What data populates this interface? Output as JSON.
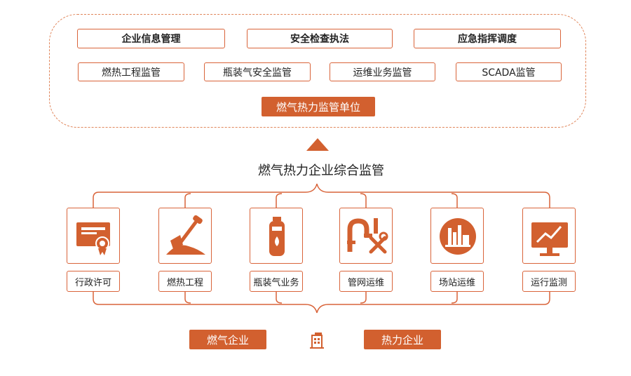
{
  "top_section": {
    "row1": [
      "企业信息管理",
      "安全检查执法",
      "应急指挥调度"
    ],
    "row2": [
      "燃热工程监管",
      "瓶装气安全监管",
      "运维业务监管",
      "SCADA监管"
    ],
    "unit_label": "燃气热力监管单位"
  },
  "center_title": "燃气热力企业综合监管",
  "business_items": [
    {
      "label": "行政许可",
      "icon": "certificate-icon"
    },
    {
      "label": "燃热工程",
      "icon": "shovel-icon"
    },
    {
      "label": "瓶装气业务",
      "icon": "gas-cylinder-icon"
    },
    {
      "label": "管网运维",
      "icon": "pipe-wrench-icon"
    },
    {
      "label": "场站运维",
      "icon": "factory-station-icon"
    },
    {
      "label": "运行监测",
      "icon": "monitor-chart-icon"
    }
  ],
  "bottom": {
    "gas_enterprise": "燃气企业",
    "heat_enterprise": "热力企业",
    "building_icon": "building-icon"
  },
  "colors": {
    "accent": "#d2602f",
    "border": "#d9643a",
    "dashed": "#e0855a"
  }
}
